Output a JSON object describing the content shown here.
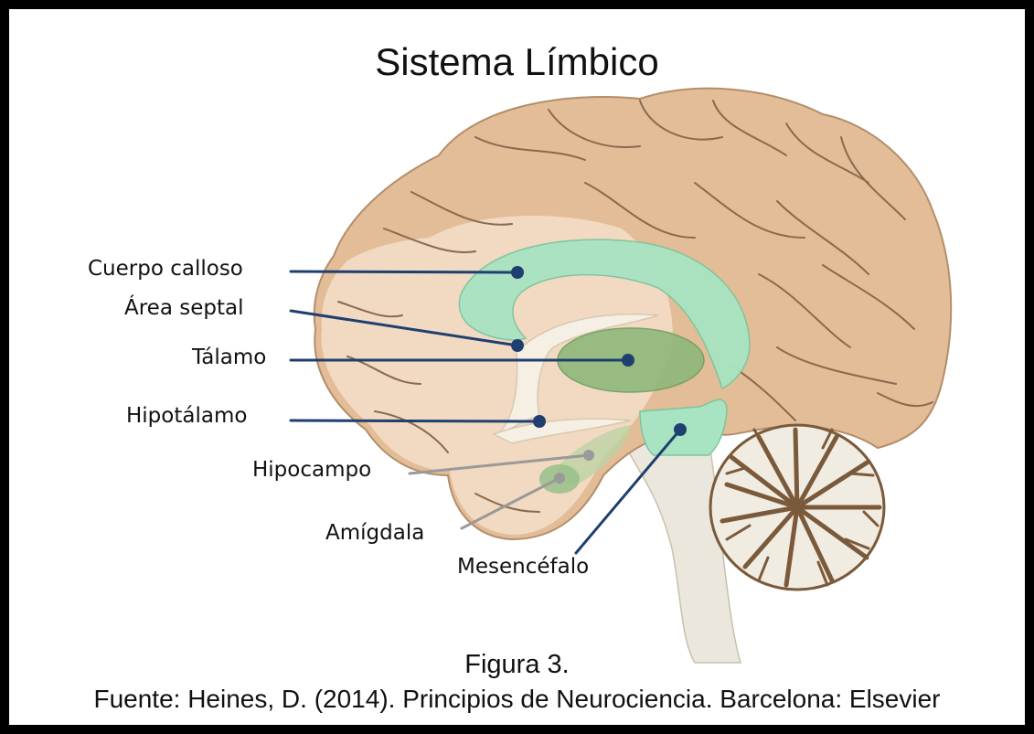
{
  "title": "Sistema Límbico",
  "labels": {
    "cuerpo_calloso": "Cuerpo calloso",
    "area_septal": "Área septal",
    "talamo": "Tálamo",
    "hipotalamo": "Hipotálamo",
    "hipocampo": "Hipocampo",
    "amigdala": "Amígdala",
    "mesencefalo": "Mesencéfalo"
  },
  "caption": {
    "figure": "Figura 3.",
    "source": "Fuente: Heines, D. (2014). Principios de Neurociencia. Barcelona: Elsevier"
  },
  "colors": {
    "frame": "#000000",
    "brain_fill": "#e3bd97",
    "brain_front_fill": "#f2dcc6",
    "sulci": "#8a6a4e",
    "limbic_green": "#9fdcb8",
    "thalamus_green": "#8fb87a",
    "pointer_blue": "#1e3f6f",
    "pointer_gray": "#9a9a9a",
    "cerebellum": "#7a5a3a",
    "brainstem": "#ece7dc"
  }
}
